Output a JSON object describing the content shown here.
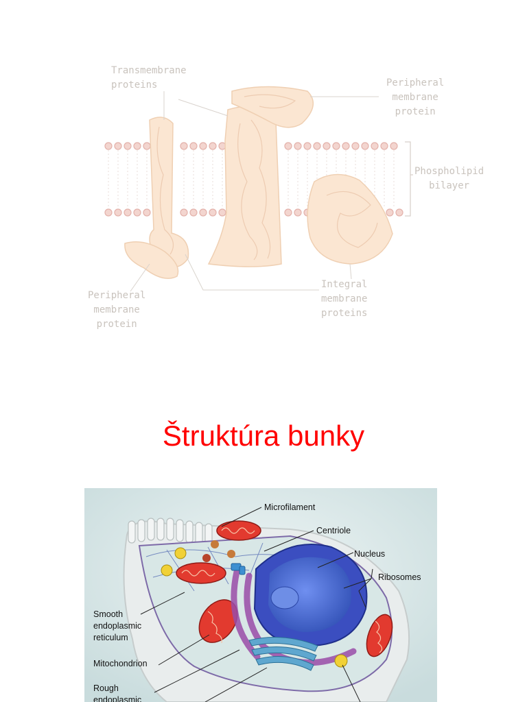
{
  "membrane_figure": {
    "labels": {
      "transmembrane": "Transmembrane\nproteins",
      "peripheral_top": "Peripheral\nmembrane\nprotein",
      "phospholipid": "Phospholipid\nbilayer",
      "integral": "Integral\nmembrane\nproteins",
      "peripheral_bottom": "Peripheral\nmembrane\nprotein"
    }
  },
  "heading": {
    "title": "Štruktúra bunky"
  },
  "cell_figure": {
    "labels": {
      "microfilament": "Microfilament",
      "centriole": "Centriole",
      "nucleus": "Nucleus",
      "ribosomes": "Ribosomes",
      "smooth_er": "Smooth\nendoplasmic\nreticulum",
      "mitochondrion": "Mitochondrion",
      "rough_er": "Rough\nendoplasmic"
    },
    "colors": {
      "background": "#dbe9ea",
      "nucleus": "#4a6fd8",
      "mitochondria": "#e23a2f",
      "golgi": "#5fa7cf",
      "membrane_purple": "#9a4ca8"
    }
  }
}
